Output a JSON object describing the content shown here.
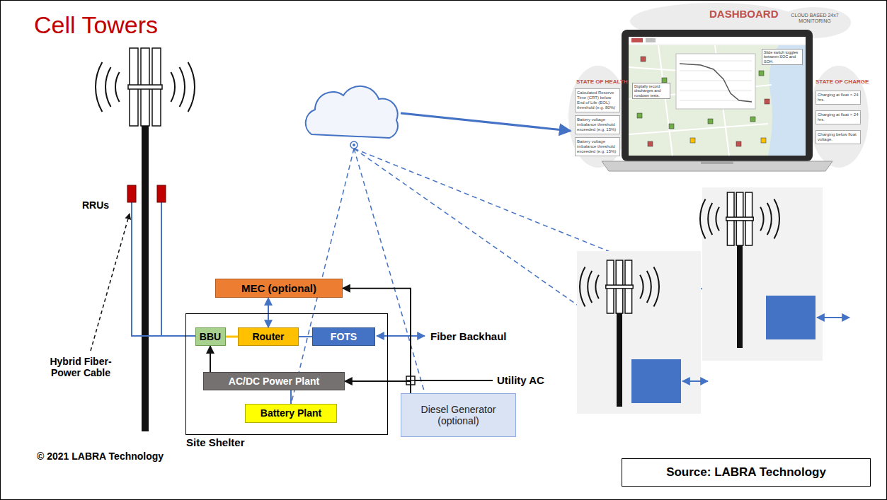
{
  "diagram": {
    "title": "Cell Towers",
    "nodes": [
      {
        "text": [
          "Calculated Reserve Time (CRT) below End of Life (EOL) threshold (e.g. 80%)"
        ]
      },
      {
        "text": [
          "Battery voltage imbalance threshold exceeded (e.g. 15%)"
        ]
      },
      {
        "text": [
          "Battery voltage imbalance threshold exceeded (e.g. 15%)"
        ]
      },
      {
        "text": [
          "Charging at float > 24 hrs."
        ]
      },
      {
        "text": [
          "Charging at float < 24 hrs."
        ]
      },
      {
        "text": [
          "Charging below float voltage."
        ]
      },
      {
        "text": [
          "MEC (optional)"
        ]
      },
      {
        "text": [
          "Site Shelter"
        ]
      },
      {
        "text": [
          "BBU"
        ],
        "in": 7
      },
      {
        "text": [
          "Router"
        ],
        "in": 7
      },
      {
        "text": [
          "FOTS"
        ],
        "in": 7
      },
      {
        "text": [
          "AC/DC Power Plant"
        ],
        "in": 7
      },
      {
        "text": [
          "Battery Plant"
        ],
        "in": 7
      },
      {
        "text": [
          "Diesel Generator (optional)"
        ]
      },
      {
        "text": [
          "Source: LABRA Technology"
        ]
      }
    ],
    "edges": [
      {
        "from": 8,
        "to": 9,
        "arrow": "none"
      },
      {
        "from": 9,
        "to": 10,
        "arrow": "none"
      },
      {
        "from": 6,
        "to": 9,
        "arrow": "both"
      },
      {
        "from": 11,
        "to": 8,
        "arrow": "to"
      },
      {
        "from": 12,
        "to": 11,
        "arrow": "none"
      },
      {
        "from": 13,
        "to": 11,
        "arrow": "to"
      },
      {
        "from": 13,
        "to": 6,
        "arrow": "to"
      }
    ],
    "labels": [
      "RRUs",
      "Hybrid Fiber-Power Cable",
      "Fiber Backhaul",
      "Utility AC",
      "© 2021 LABRA Technology",
      "DASHBOARD",
      "CLOUD BASED 24x7 MONITORING",
      "STATE OF HEALTH",
      "STATE OF CHARGE",
      "Digitally record discharges and rundown tests.",
      "Slide switch toggles between SOC and SOH."
    ]
  }
}
